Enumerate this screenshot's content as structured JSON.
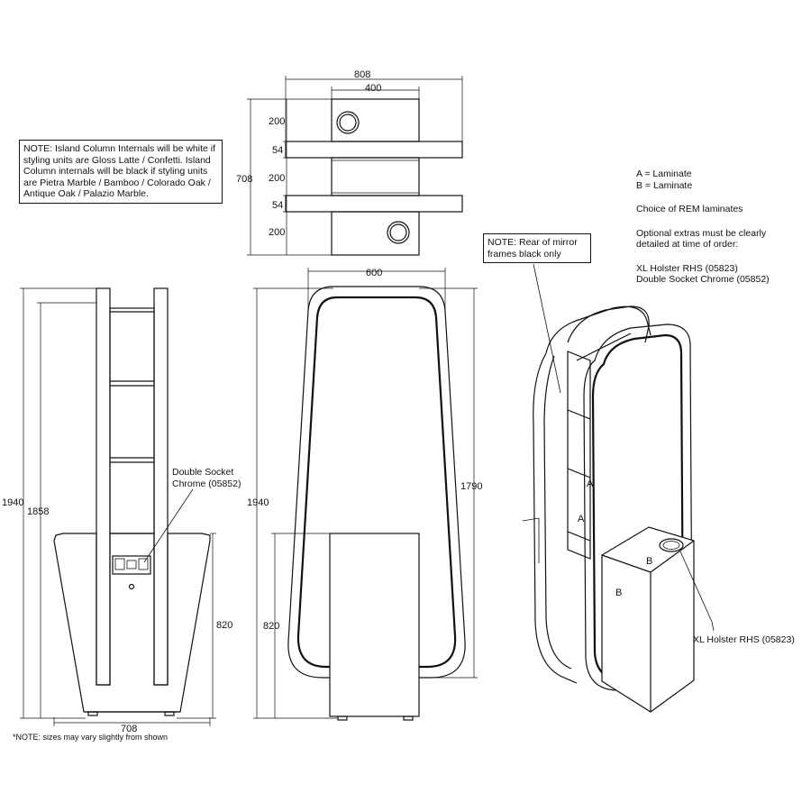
{
  "notes": {
    "internals": "NOTE: Island Column Internals will be white if styling units are Gloss Latte / Confetti. Island Column internals will be black if styling units are Pietra Marble / Bamboo / Colorado Oak / Antique Oak / Palazio Marble.",
    "mirror_rear": "NOTE: Rear of mirror frames black only",
    "sizes": "*NOTE: sizes may vary slightly from shown"
  },
  "legend": {
    "a": "A = Laminate",
    "b": "B = Laminate",
    "choice": "Choice of REM laminates",
    "optional_line1": "Optional extras must be clearly",
    "optional_line2": "detailed at time of order:",
    "extra1": "XL Holster RHS (05823)",
    "extra2": "Double Socket Chrome (05852)"
  },
  "callouts": {
    "double_socket_line1": "Double Socket",
    "double_socket_line2": "Chrome (05852)",
    "holster": "XL Holster RHS (05823)"
  },
  "finish_labels": {
    "a": "A",
    "b": "B"
  },
  "dimensions": {
    "top_overall_width": "808",
    "top_inner_width": "400",
    "top_height": "708",
    "top_segments": [
      "200",
      "54",
      "200",
      "54",
      "200"
    ],
    "front_height": "1940",
    "front_column_height": "1858",
    "front_base_height": "820",
    "front_width": "708",
    "side_height": "1940",
    "side_mirror_width": "600",
    "side_mirror_height": "1790",
    "side_base_height": "820"
  }
}
